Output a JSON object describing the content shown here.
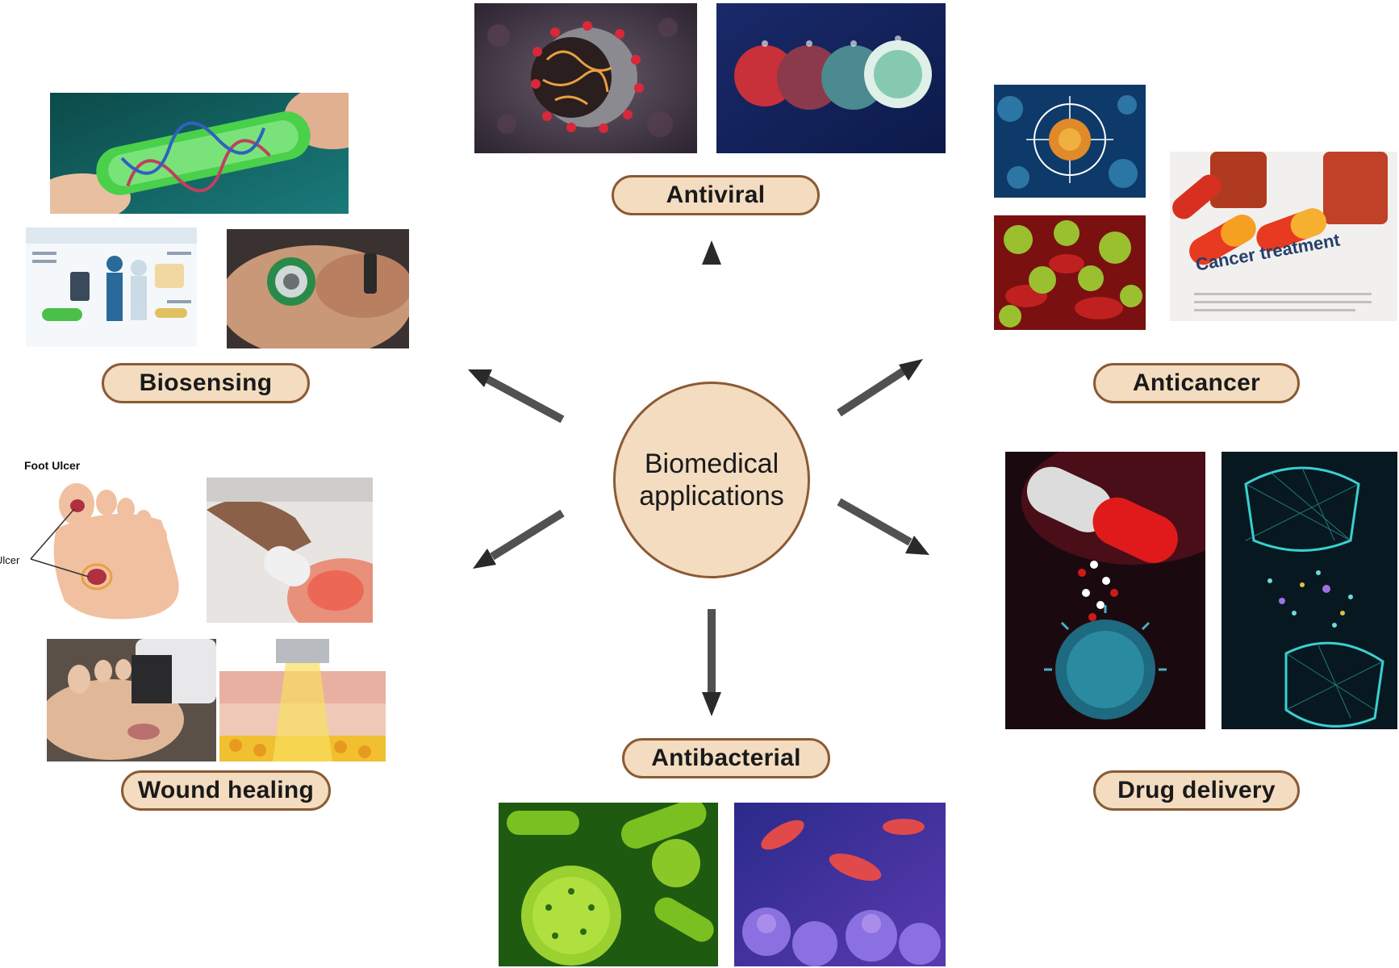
{
  "center": {
    "line1": "Biomedical",
    "line2": "applications"
  },
  "categories": {
    "antiviral": "Antiviral",
    "biosensing": "Biosensing",
    "anticancer": "Anticancer",
    "wound_healing": "Wound healing",
    "antibacterial": "Antibacterial",
    "drug_delivery": "Drug delivery"
  },
  "image_text": {
    "foot_ulcer_title": "Foot Ulcer",
    "ulcer_label": "Ulcer",
    "cancer_treatment": "Cancer treatment"
  },
  "colors": {
    "pill_fill": "#f3dcc0",
    "pill_border": "#8b5a34",
    "arrow": "#333333"
  }
}
